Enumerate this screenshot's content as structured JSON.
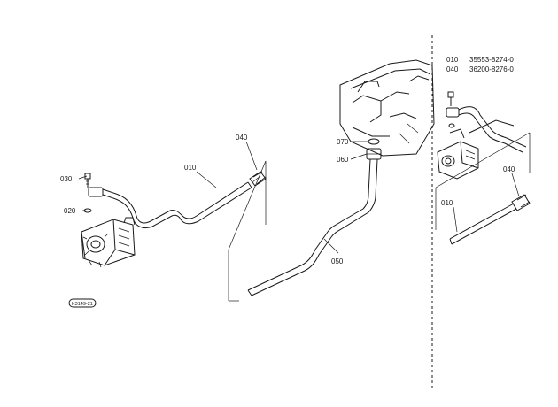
{
  "parts_reference": {
    "rows": [
      {
        "ref": "010",
        "part_no": "35553-8274-0"
      },
      {
        "ref": "040",
        "part_no": "36200-8276-0"
      }
    ]
  },
  "callouts": {
    "c010_main": "010",
    "c020": "020",
    "c030": "030",
    "c040_main": "040",
    "c050": "050",
    "c060": "060",
    "c070": "070",
    "c040_inset": "040",
    "c010_inset": "010"
  },
  "diagram_code": "K3149-21"
}
